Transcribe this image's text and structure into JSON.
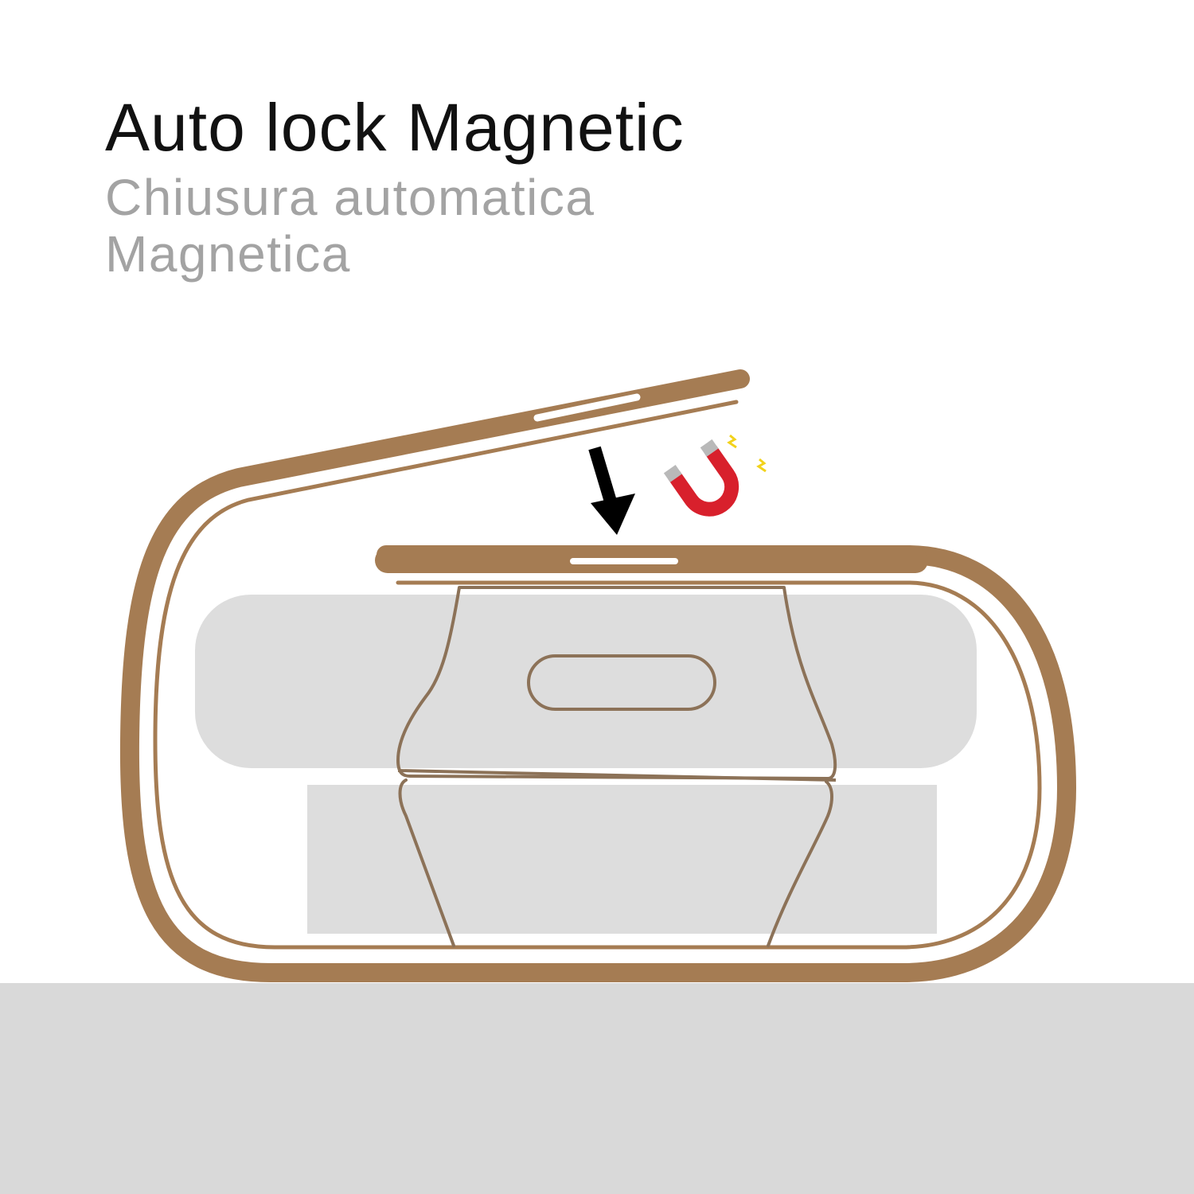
{
  "heading": {
    "title": "Auto lock Magnetic",
    "subtitle_line1": "Chiusura automatica",
    "subtitle_line2": "Magnetica"
  },
  "colors": {
    "title": "#111111",
    "subtitle": "#a3a3a3",
    "box_outline": "#a57c53",
    "box_fill": "#ffffff",
    "insert_fill": "#dddddd",
    "floor": "#d9d9d9",
    "arrow": "#000000",
    "magnet_body": "#d8202c",
    "magnet_tips": "#b9b9b9",
    "spark": "#f2d21b"
  },
  "icons": {
    "arrow": "down-arrow-icon",
    "magnet": "magnet-icon"
  }
}
